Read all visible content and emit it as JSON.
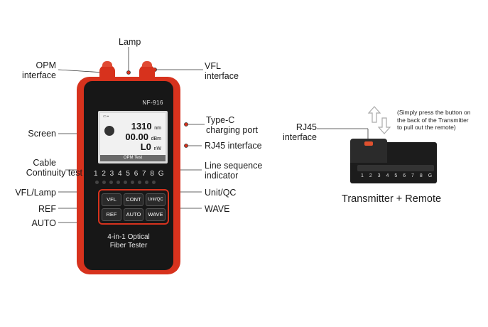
{
  "device": {
    "model": "NF-916",
    "screen": {
      "line1_value": "1310",
      "line1_unit": "nm",
      "line2_value": "00.00",
      "line2_unit": "dBm",
      "line3_value": "L0",
      "line3_unit": "nW",
      "mode": "OPM Test"
    },
    "pin_labels": "1 2 3 4 5 6 7 8 G",
    "keys": {
      "vfl": "VFL",
      "cont": "CONT",
      "unit_qc": "Unit/QC",
      "ref": "REF",
      "auto": "AUTO",
      "wave": "WAVE"
    },
    "title_line1": "4-in-1 Optical",
    "title_line2": "Fiber Tester"
  },
  "callouts_left": {
    "opm": "OPM\ninterface",
    "screen": "Screen",
    "cable": "Cable",
    "continuity": "Continuity test",
    "vfl_lamp": "VFL/Lamp",
    "ref": "REF",
    "auto": "AUTO"
  },
  "callouts_right": {
    "lamp": "Lamp",
    "vfl": "VFL\ninterface",
    "typec": "Type-C\ncharging port",
    "rj45": "RJ45 interface",
    "line_seq": "Line sequence\nindicator",
    "unit_qc": "Unit/QC",
    "wave": "WAVE"
  },
  "remote": {
    "rj45_label": "RJ45\ninterface",
    "note": "(Simply press the button on\nthe back of the Transmitter\nto pull out the remote)",
    "pins": "1 2 3 4 5 6 7 8 G",
    "caption": "Transmitter + Remote"
  },
  "colors": {
    "accent": "#d7321d",
    "body": "#171717"
  }
}
